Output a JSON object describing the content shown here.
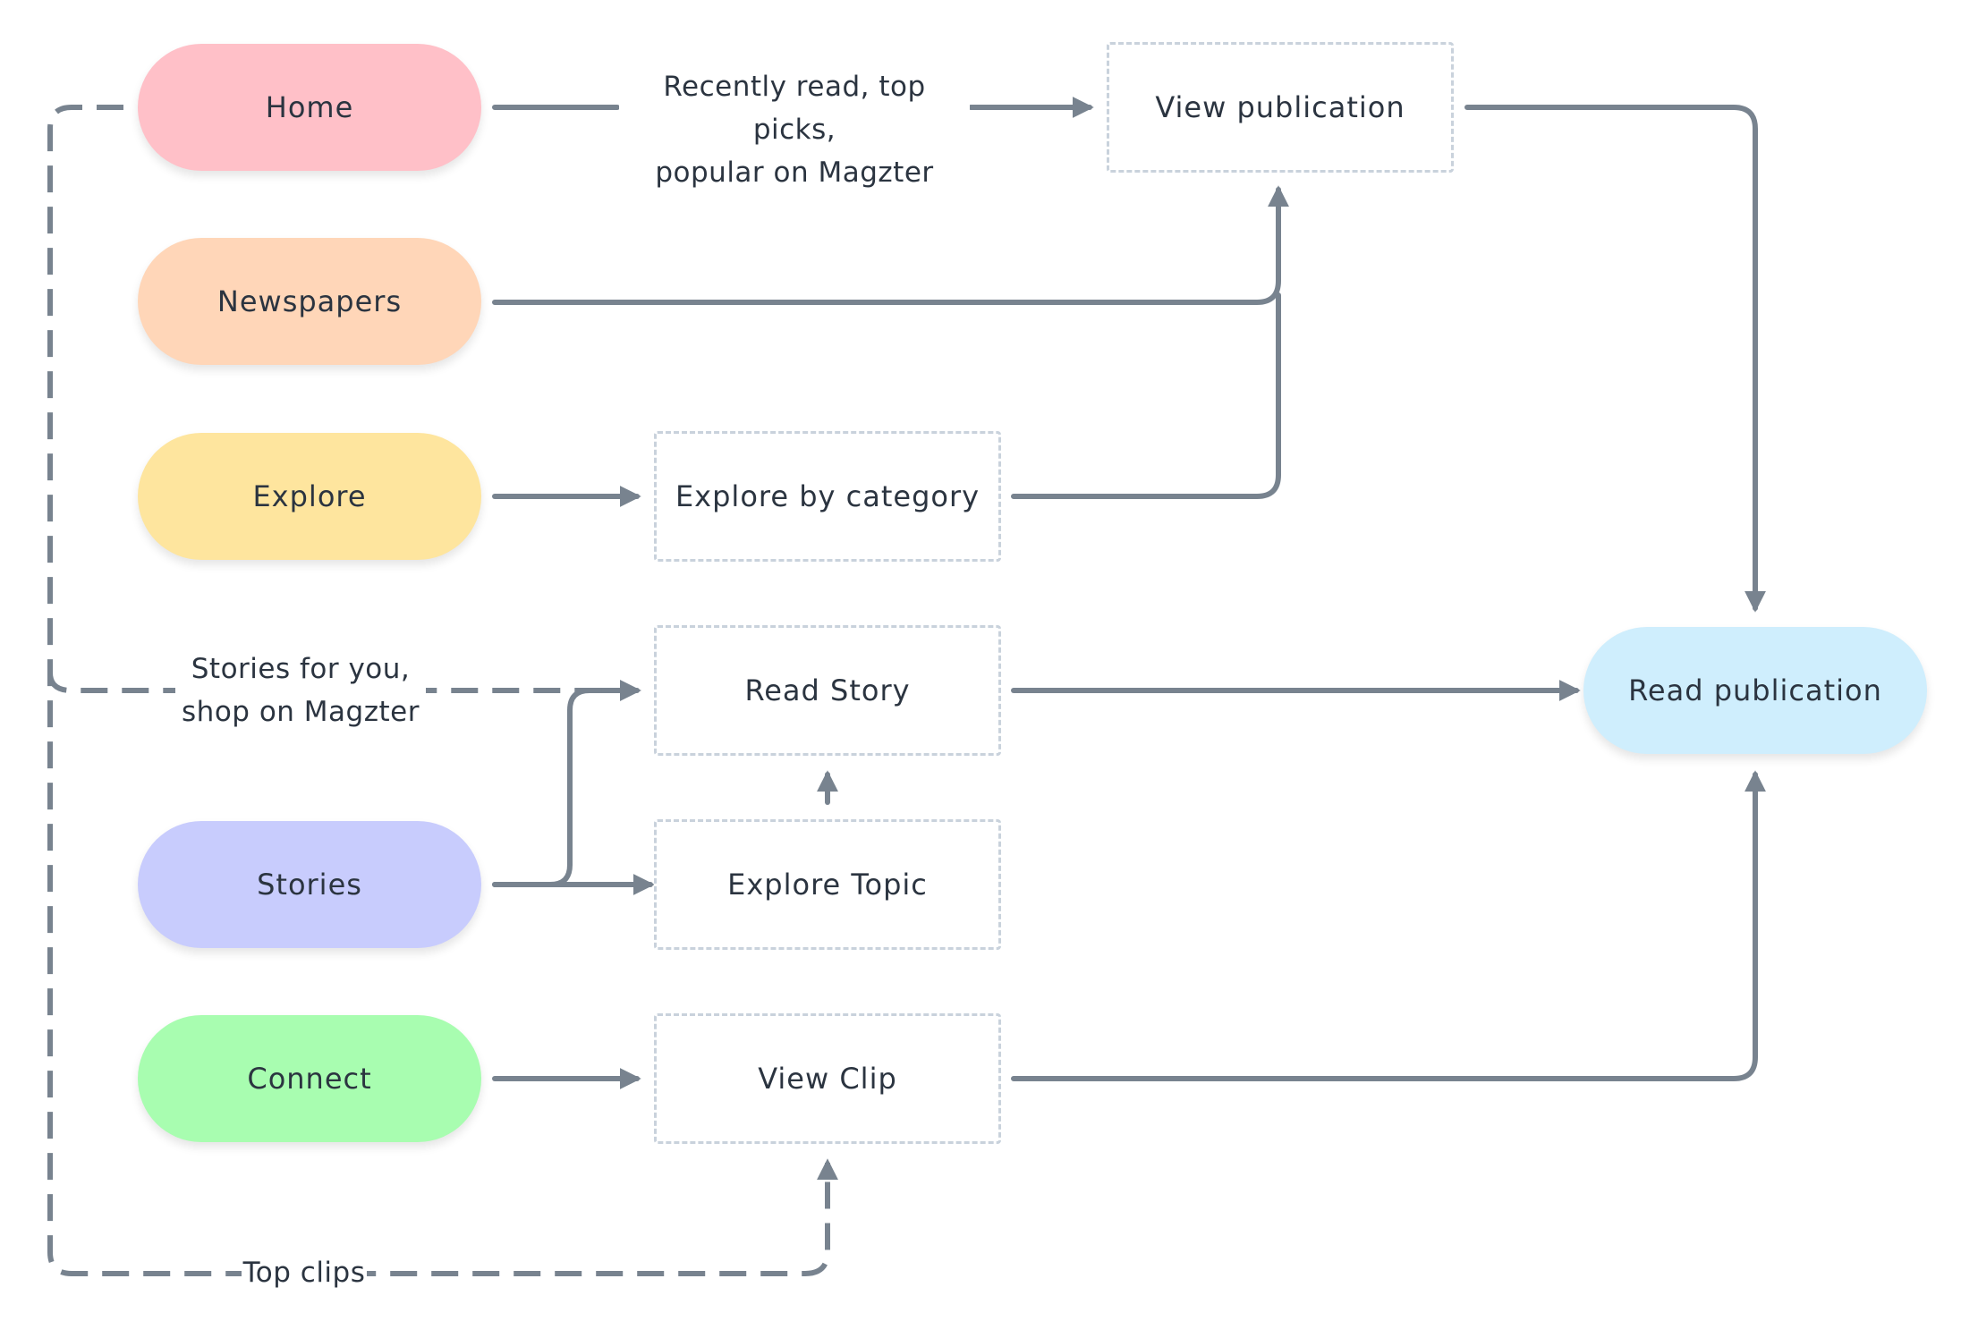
{
  "nodes": {
    "home": "Home",
    "newspapers": "Newspapers",
    "explore": "Explore",
    "stories": "Stories",
    "connect": "Connect",
    "view_publication": "View publication",
    "explore_by_category": "Explore by category",
    "read_story": "Read Story",
    "explore_topic": "Explore Topic",
    "view_clip": "View Clip",
    "read_publication": "Read publication"
  },
  "edge_labels": {
    "home_to_view_line1": "Recently read, top picks,",
    "home_to_view_line2": "popular on Magzter",
    "stories_for_you_line1": "Stories for you,",
    "stories_for_you_line2": "shop on Magzter",
    "top_clips": "Top clips"
  },
  "colors": {
    "home": "#ffc0c8",
    "newspapers": "#ffd6b8",
    "explore": "#fee59e",
    "stories": "#c8ccfd",
    "connect": "#a8fdb0",
    "read_publication": "#cfeefd",
    "connector": "#78838f",
    "dashed_box_border": "#c9d2dc"
  }
}
